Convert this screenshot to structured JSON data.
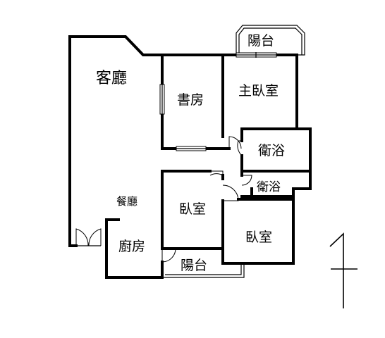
{
  "rooms": {
    "living": "客廳",
    "dining": "餐廳",
    "study": "書房",
    "master_bedroom": "主臥室",
    "master_bath": "衛浴",
    "bath": "衛浴",
    "bedroom_a": "臥室",
    "bedroom_b": "臥室",
    "kitchen": "廚房",
    "balcony_top": "陽台",
    "balcony_bottom": "陽台"
  },
  "compass": {
    "icon": "north-arrow-icon"
  }
}
